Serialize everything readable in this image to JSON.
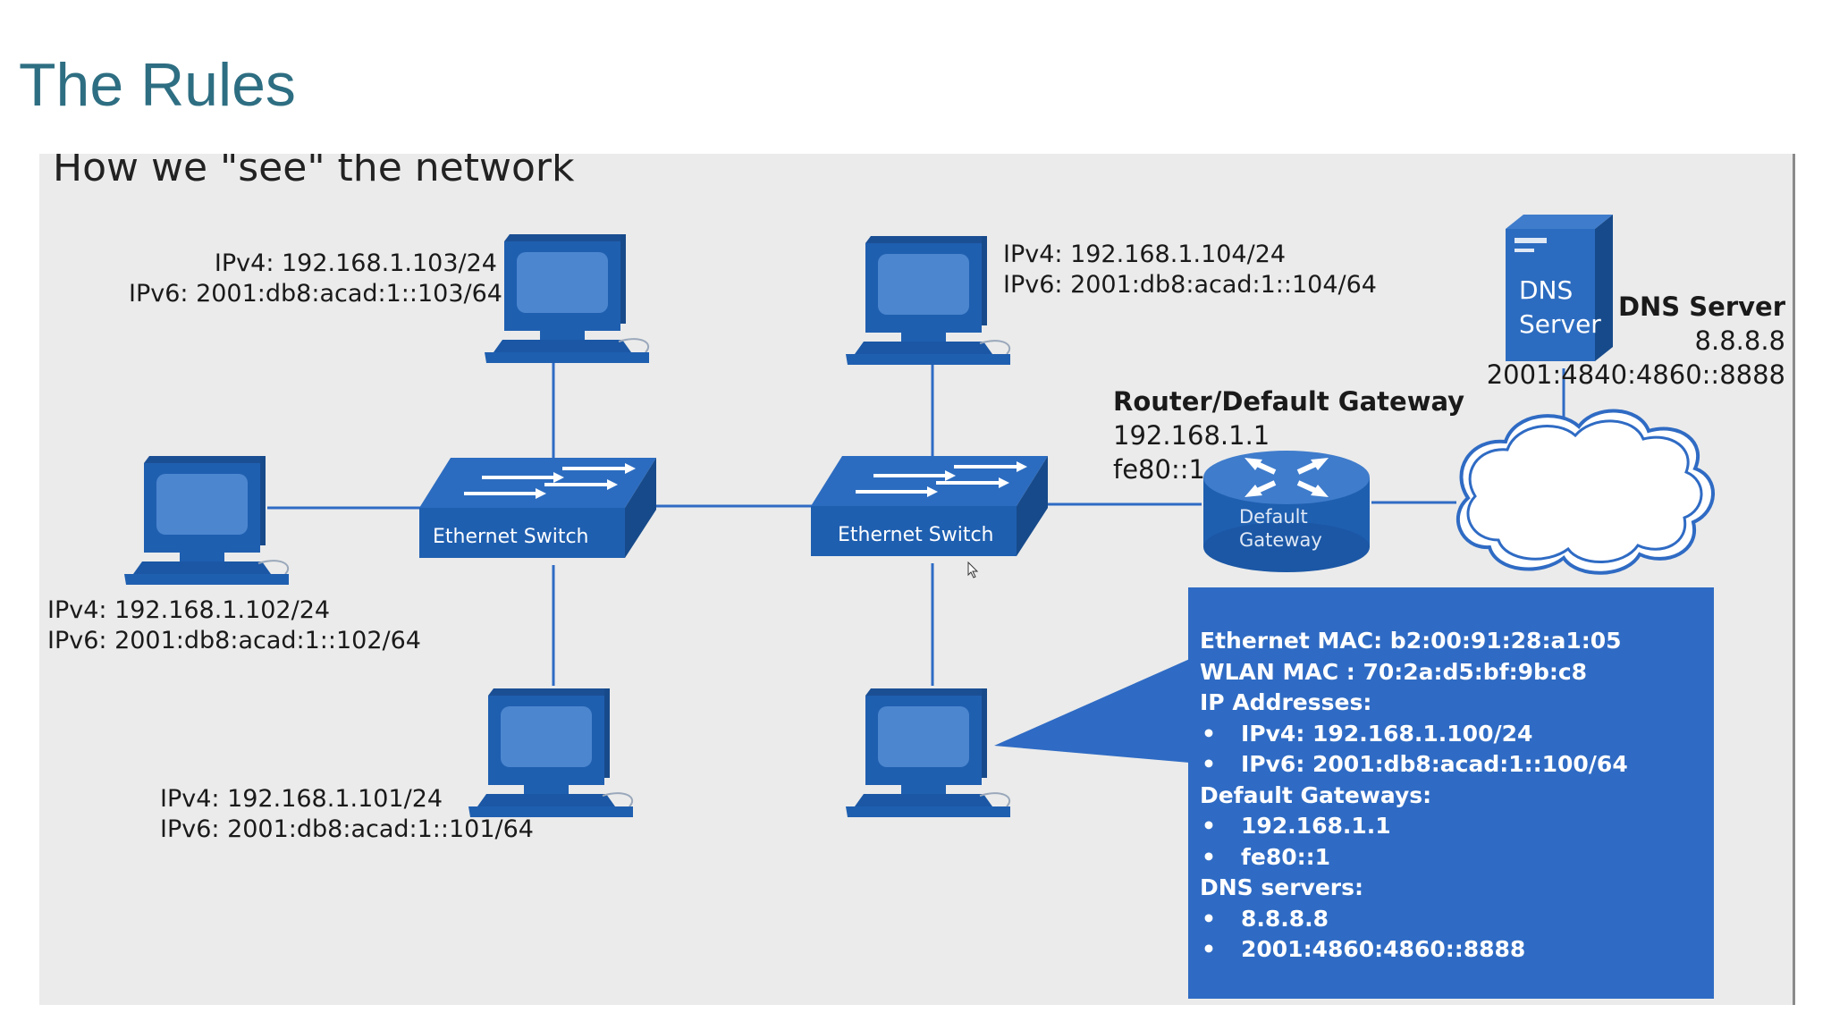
{
  "slide": {
    "title": "The Rules"
  },
  "diagram": {
    "title": "How we \"see\" the network",
    "hosts": [
      {
        "ipv4": "IPv4: 192.168.1.103/24",
        "ipv6": "IPv6: 2001:db8:acad:1::103/64"
      },
      {
        "ipv4": "IPv4: 192.168.1.104/24",
        "ipv6": "IPv6: 2001:db8:acad:1::104/64"
      },
      {
        "ipv4": "IPv4: 192.168.1.102/24",
        "ipv6": "IPv6: 2001:db8:acad:1::102/64"
      },
      {
        "ipv4": "IPv4: 192.168.1.101/24",
        "ipv6": "IPv6: 2001:db8:acad:1::101/64"
      }
    ],
    "switches": [
      {
        "label": "Ethernet Switch"
      },
      {
        "label": "Ethernet Switch"
      }
    ],
    "router": {
      "heading": "Router/Default Gateway",
      "ipv4": "192.168.1.1",
      "ipv6": "fe80::1",
      "icon_text_line1": "Default",
      "icon_text_line2": "Gateway"
    },
    "dns_server": {
      "icon_text_line1": "DNS",
      "icon_text_line2": "Server",
      "heading": "DNS Server",
      "ipv4": "8.8.8.8",
      "ipv6": "2001:4840:4860::8888"
    },
    "host_info": {
      "ethernet_mac": "Ethernet MAC: b2:00:91:28:a1:05",
      "wlan_mac": "WLAN MAC : 70:2a:d5:bf:9b:c8",
      "ip_heading": "IP Addresses:",
      "ip_items": [
        "IPv4: 192.168.1.100/24",
        "IPv6: 2001:db8:acad:1::100/64"
      ],
      "gw_heading": "Default Gateways:",
      "gw_items": [
        "192.168.1.1",
        "fe80::1"
      ],
      "dns_heading": "DNS servers:",
      "dns_items": [
        "8.8.8.8",
        "2001:4860:4860::8888"
      ]
    },
    "icons": [
      "computer-icon",
      "ethernet-switch-icon",
      "router-icon",
      "dns-server-icon",
      "cloud-icon",
      "mouse-cursor-icon"
    ],
    "colors": {
      "device_blue": "#1f5fb0",
      "device_face": "#4c86cf",
      "info_box": "#2f6bc4",
      "title_teal": "#2e6e82",
      "panel_bg": "#ebebeb"
    }
  }
}
